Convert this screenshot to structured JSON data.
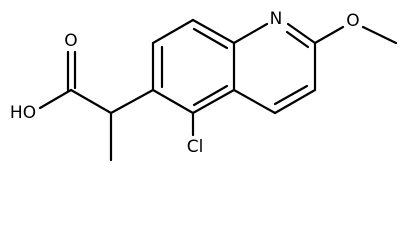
{
  "molecule": {
    "atoms": {
      "oxygen_carbonyl": "O",
      "hydroxyl": "HO",
      "chlorine": "Cl",
      "nitrogen": "N",
      "oxygen_methoxy": "O"
    }
  }
}
